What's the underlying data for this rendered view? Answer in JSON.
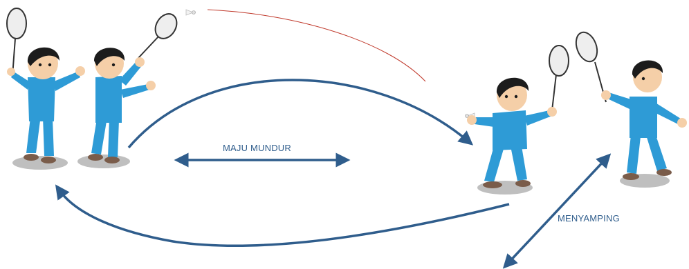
{
  "labels": {
    "forward_backward": "MAJU MUNDUR",
    "sideways": "MENYAMPING"
  },
  "colors": {
    "arrow": "#2f5d8c",
    "shuttle_trail": "#c0392b",
    "shirt": "#2e9bd6",
    "hair": "#1c1c1c",
    "skin": "#f5cfa8",
    "shadow": "#bfbfbf"
  },
  "figures": [
    {
      "name": "player-1-racket-up",
      "role": "serving"
    },
    {
      "name": "player-2-hitting",
      "role": "serving"
    },
    {
      "name": "player-3-ready",
      "role": "receiving"
    },
    {
      "name": "player-4-swinging",
      "role": "receiving"
    }
  ],
  "icons": [
    "shuttlecock-icon",
    "racket-icon"
  ]
}
